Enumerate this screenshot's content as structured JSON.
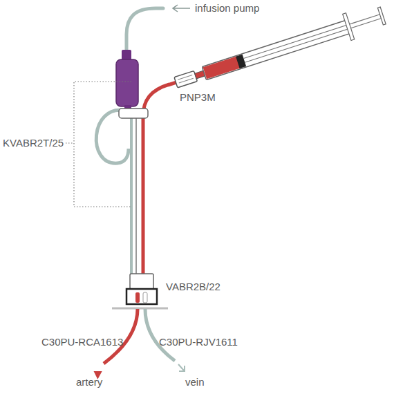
{
  "diagram": {
    "labels": [
      "infusion pump",
      "KVABR2T/25",
      "PNP3M",
      "VABR2B/22",
      "C30PU-RCA1613",
      "C30PU-RJV1611",
      "artery",
      "vein"
    ]
  }
}
